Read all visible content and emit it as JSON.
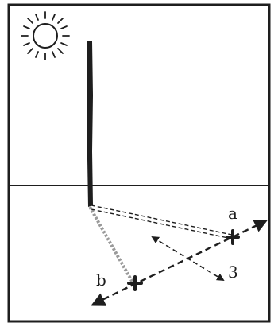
{
  "labels": {
    "a": "a",
    "b": "b",
    "three": "3"
  },
  "colors": {
    "ink": "#1e1e1e",
    "shadow_grey": "#9a9a9a",
    "background": "#ffffff"
  },
  "elements": {
    "sun": "sun-icon",
    "stick": "vertical-stick",
    "horizon": "horizon-line",
    "shadow_a": "shadow-line-a",
    "shadow_b": "shadow-line-b",
    "marker_a": "cross-marker-a",
    "marker_b": "cross-marker-b",
    "east_west_line": "double-arrow-line-ab",
    "perpendicular_line": "double-arrow-line-3"
  }
}
